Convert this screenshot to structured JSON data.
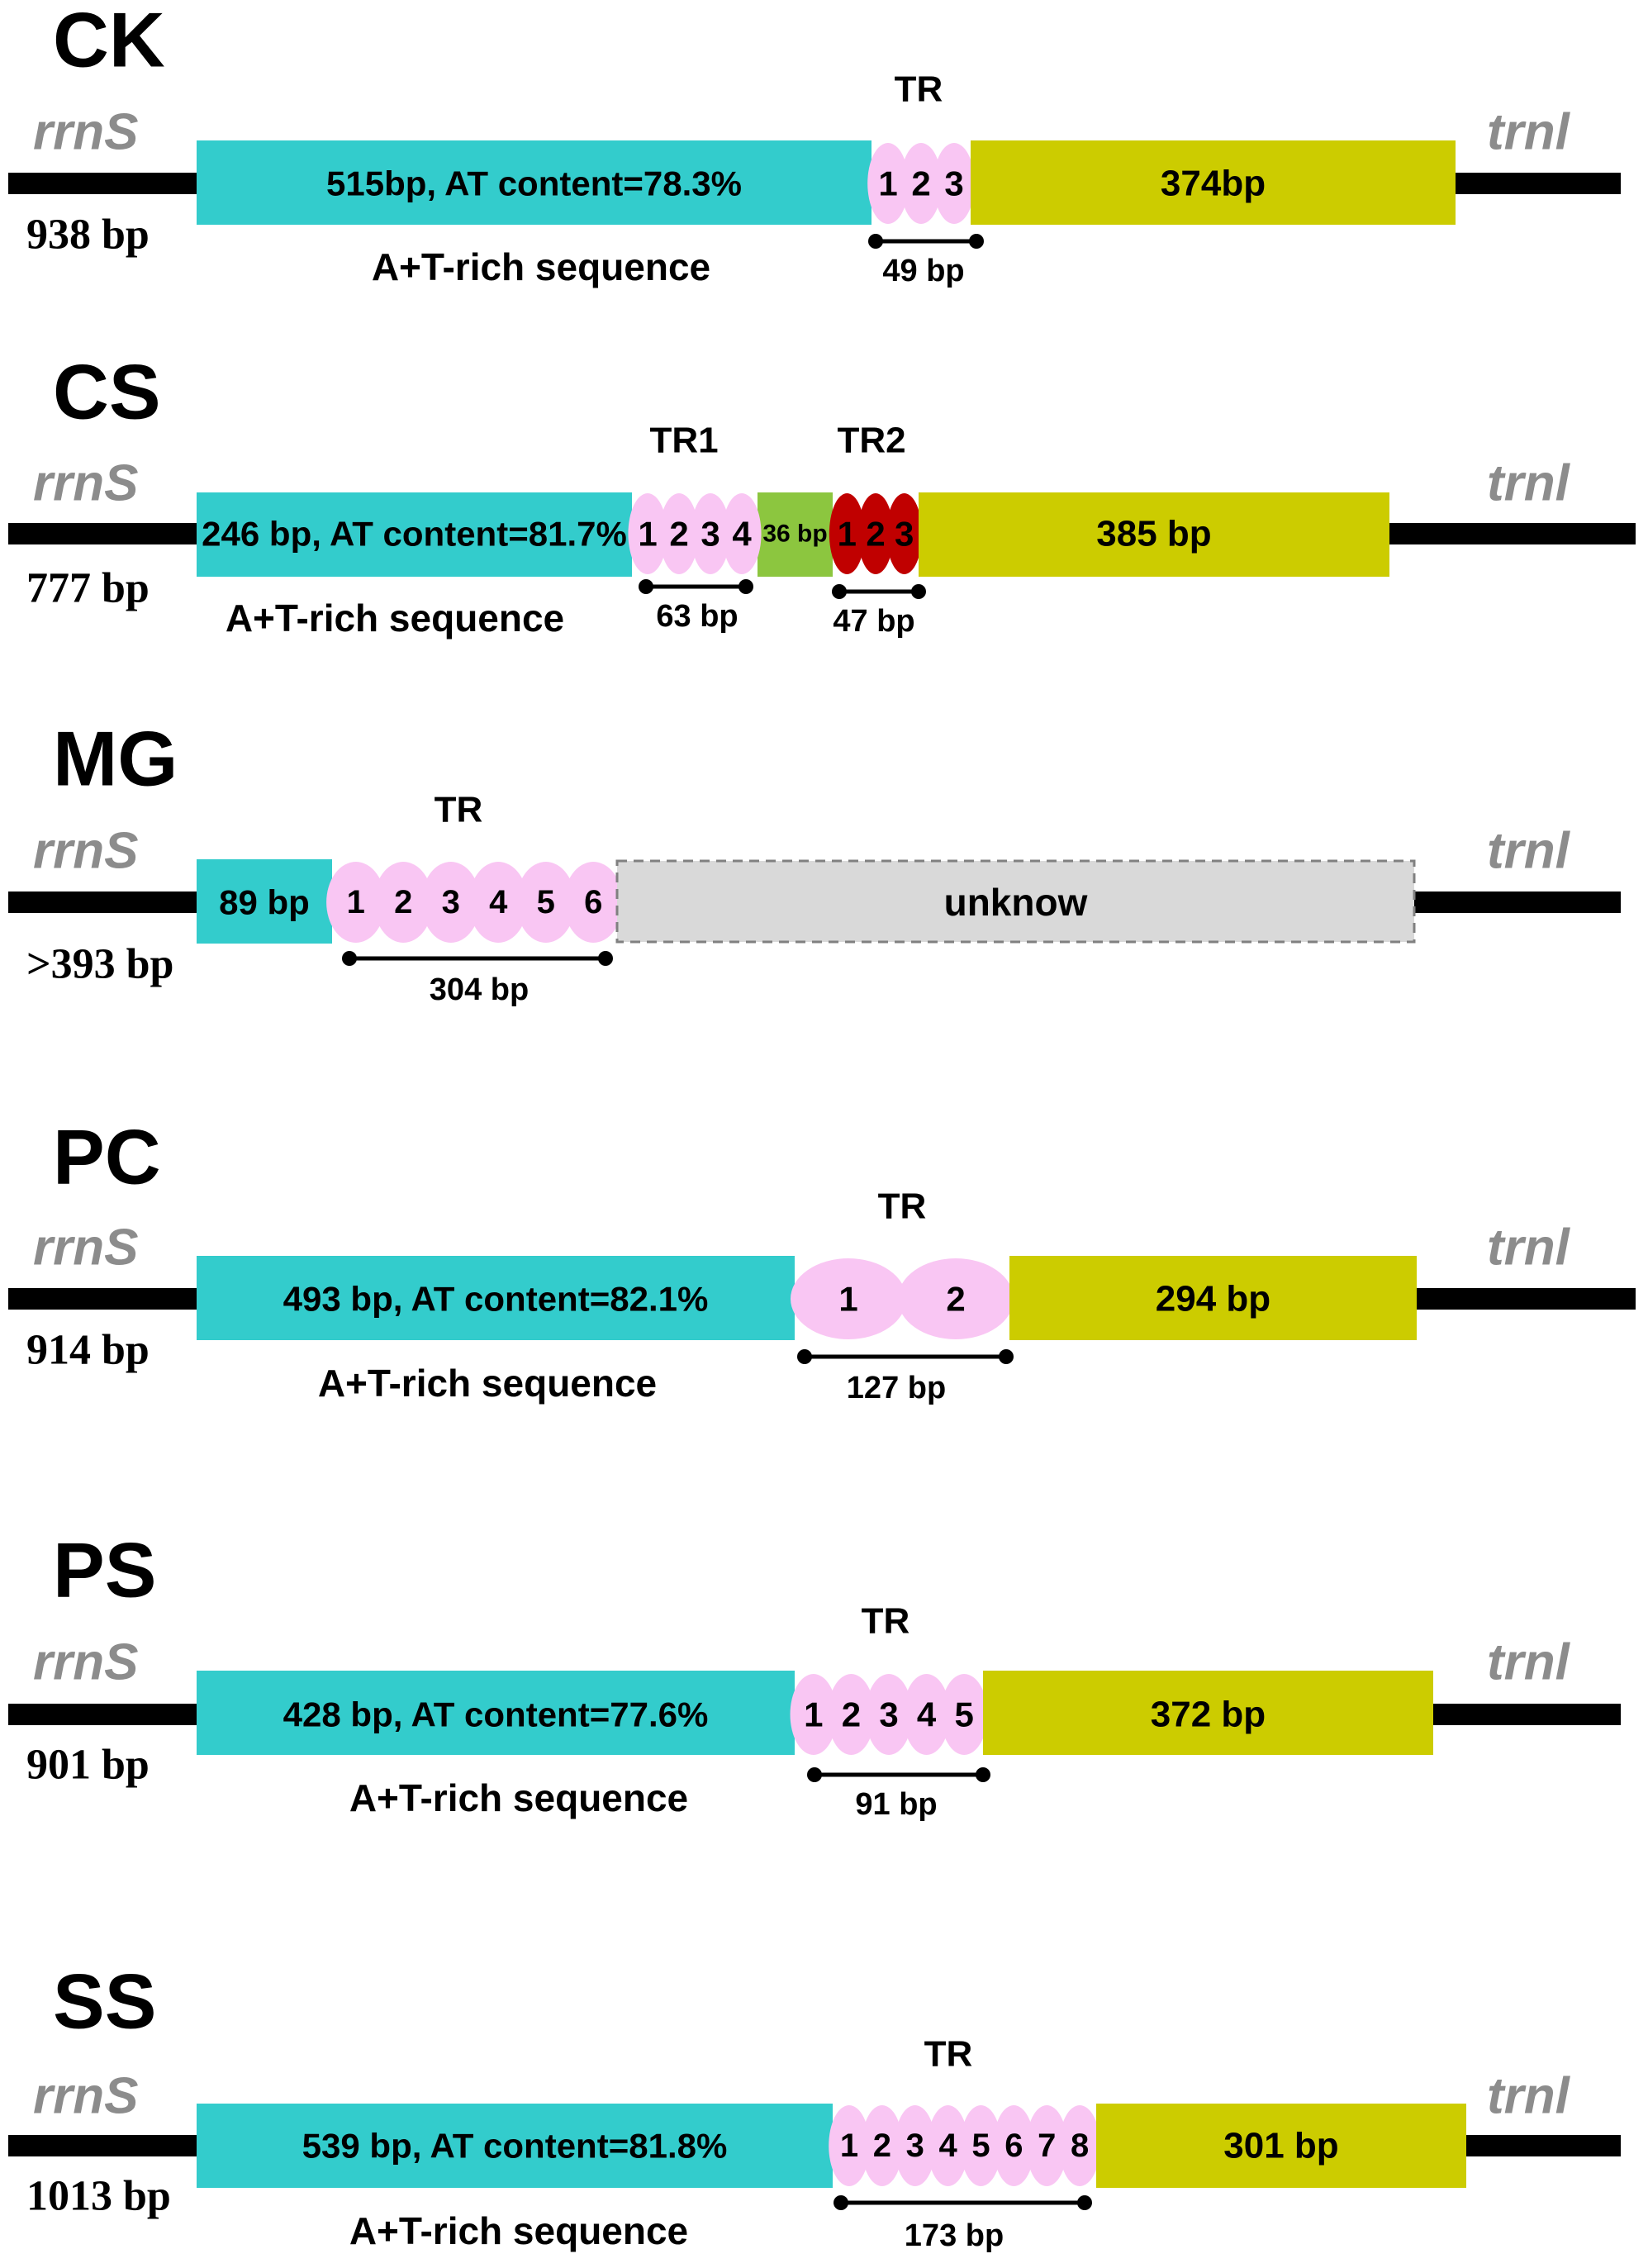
{
  "colors": {
    "backbone": "#000000",
    "at_region": "#33cccc",
    "tr_repeat": "#f9c6f3",
    "tr2_repeat": "#c00000",
    "spacer": "#8cc63f",
    "downstream": "#cccc00",
    "unknown": "#d9d9d9",
    "unknown_border": "#808080",
    "gene_label": "#8c8c8c"
  },
  "panels": [
    {
      "id": "CK",
      "species": "CK",
      "left_gene": "rrnS",
      "right_gene": "trnl",
      "total_length": "938 bp",
      "at_label": "515bp, AT content=78.3%",
      "at_caption": "A+T-rich sequence",
      "tr_groups": [
        {
          "title": "TR",
          "repeats": [
            "1",
            "2",
            "3"
          ],
          "span_label": "49 bp",
          "color_key": "tr_repeat"
        }
      ],
      "spacer_label": "",
      "downstream_label": "374bp"
    },
    {
      "id": "CS",
      "species": "CS",
      "left_gene": "rrnS",
      "right_gene": "trnl",
      "total_length": "777 bp",
      "at_label": "246 bp, AT content=81.7%",
      "at_caption": "A+T-rich sequence",
      "tr_groups": [
        {
          "title": "TR1",
          "repeats": [
            "1",
            "2",
            "3",
            "4"
          ],
          "span_label": "63 bp",
          "color_key": "tr_repeat"
        },
        {
          "title": "TR2",
          "repeats": [
            "1",
            "2",
            "3"
          ],
          "span_label": "47 bp",
          "color_key": "tr2_repeat"
        }
      ],
      "spacer_label": "36 bp",
      "downstream_label": "385 bp"
    },
    {
      "id": "MG",
      "species": "MG",
      "left_gene": "rrnS",
      "right_gene": "trnl",
      "total_length": ">393 bp",
      "at_label": "89 bp",
      "at_caption": "",
      "tr_groups": [
        {
          "title": "TR",
          "repeats": [
            "1",
            "2",
            "3",
            "4",
            "5",
            "6"
          ],
          "span_label": "304 bp",
          "color_key": "tr_repeat"
        }
      ],
      "spacer_label": "",
      "downstream_label": "unknow"
    },
    {
      "id": "PC",
      "species": "PC",
      "left_gene": "rrnS",
      "right_gene": "trnl",
      "total_length": "914 bp",
      "at_label": "493 bp, AT content=82.1%",
      "at_caption": "A+T-rich sequence",
      "tr_groups": [
        {
          "title": "TR",
          "repeats": [
            "1",
            "2"
          ],
          "span_label": "127 bp",
          "color_key": "tr_repeat"
        }
      ],
      "spacer_label": "",
      "downstream_label": "294 bp"
    },
    {
      "id": "PS",
      "species": "PS",
      "left_gene": "rrnS",
      "right_gene": "trnl",
      "total_length": "901 bp",
      "at_label": "428 bp, AT content=77.6%",
      "at_caption": "A+T-rich sequence",
      "tr_groups": [
        {
          "title": "TR",
          "repeats": [
            "1",
            "2",
            "3",
            "4",
            "5"
          ],
          "span_label": "91 bp",
          "color_key": "tr_repeat"
        }
      ],
      "spacer_label": "",
      "downstream_label": "372 bp"
    },
    {
      "id": "SS",
      "species": "SS",
      "left_gene": "rrnS",
      "right_gene": "trnl",
      "total_length": "1013 bp",
      "at_label": "539 bp, AT content=81.8%",
      "at_caption": "A+T-rich sequence",
      "tr_groups": [
        {
          "title": "TR",
          "repeats": [
            "1",
            "2",
            "3",
            "4",
            "5",
            "6",
            "7",
            "8"
          ],
          "span_label": "173 bp",
          "color_key": "tr_repeat"
        }
      ],
      "spacer_label": "",
      "downstream_label": "301 bp"
    }
  ]
}
